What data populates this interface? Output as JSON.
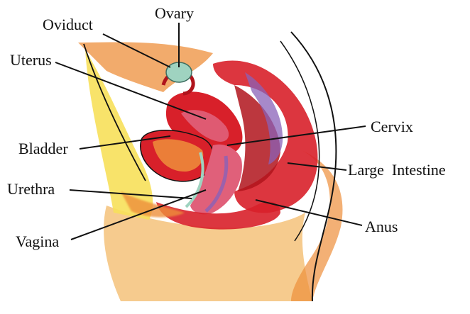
{
  "diagram": {
    "labels": {
      "ovary": "Ovary",
      "oviduct": "Oviduct",
      "uterus": "Uterus",
      "cervix": "Cervix",
      "bladder": "Bladder",
      "large_intestine": "Large  Intestine",
      "urethra": "Urethra",
      "anus": "Anus",
      "vagina": "Vagina"
    }
  },
  "colors": {
    "skin_light": "#f4c27a",
    "skin_orange": "#ee8f3b",
    "red": "#d8202a",
    "dark_red": "#b0141c",
    "pink": "#e0607a",
    "yellow": "#f7e05a",
    "teal": "#9fd3c0",
    "purple": "#8a62b8",
    "line": "#111111"
  }
}
